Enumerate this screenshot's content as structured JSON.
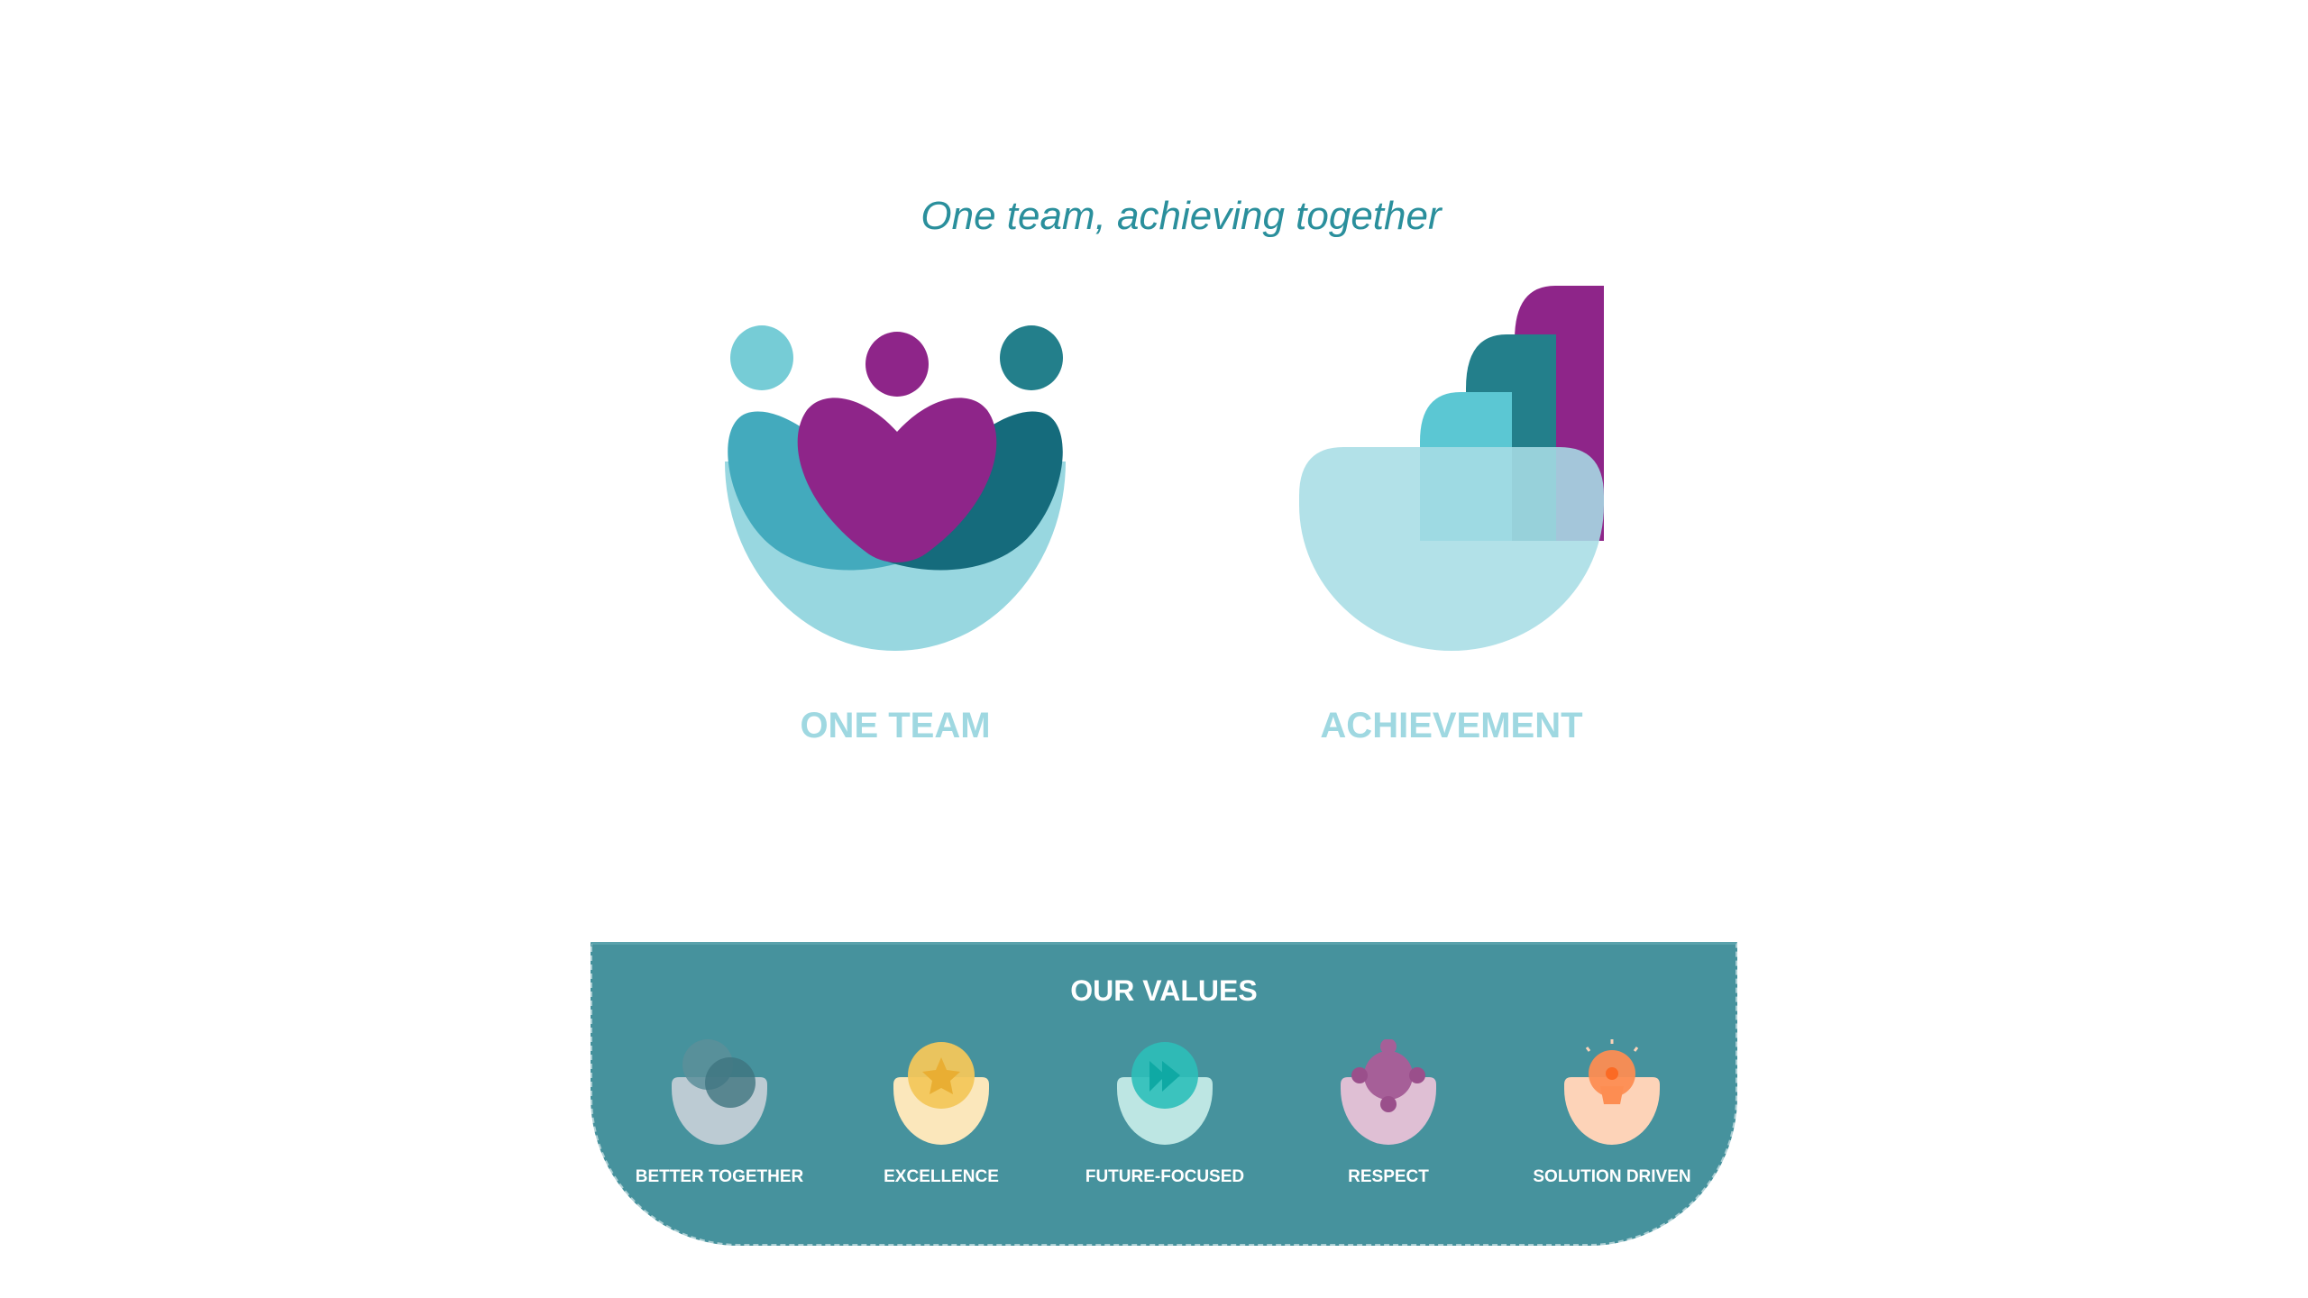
{
  "tagline": "One team, achieving together",
  "pillars": [
    {
      "label": "ONE TEAM",
      "icon": "team-heart-icon"
    },
    {
      "label": "ACHIEVEMENT",
      "icon": "achievement-bars-icon"
    }
  ],
  "values_panel": {
    "title": "OUR VALUES",
    "items": [
      {
        "label": "BETTER TOGETHER",
        "icon": "overlapping-circles-icon",
        "bowl": "#bccbd3",
        "head": "#5c8f9a"
      },
      {
        "label": "EXCELLENCE",
        "icon": "star-icon",
        "bowl": "#fbe7bb",
        "head": "#f3c75b"
      },
      {
        "label": "FUTURE-FOCUSED",
        "icon": "fast-forward-icon",
        "bowl": "#bde6e3",
        "head": "#2cbfb9"
      },
      {
        "label": "RESPECT",
        "icon": "connected-nodes-icon",
        "bowl": "#dfbfd4",
        "head": "#a65f98"
      },
      {
        "label": "SOLUTION DRIVEN",
        "icon": "lightbulb-icon",
        "bowl": "#fdd3b8",
        "head": "#fd8d52"
      }
    ]
  },
  "colors": {
    "teal": "#2a8f9c",
    "panel": "#46929d",
    "purple": "#8e2589",
    "light": "#9fd8e1"
  }
}
